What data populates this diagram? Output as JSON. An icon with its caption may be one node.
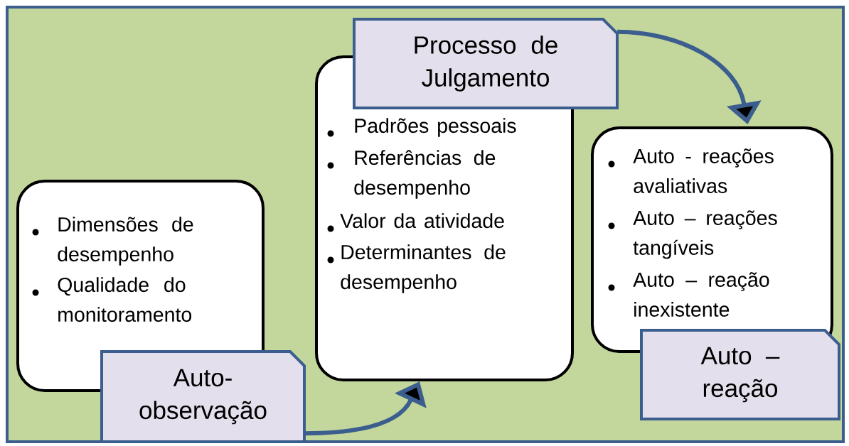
{
  "diagram": {
    "nodes": [
      {
        "text": [
          "Dimensões de desempenho",
          "Qualidade do monitoramento"
        ]
      },
      {
        "text": [
          "Auto- observação"
        ]
      },
      {
        "text": [
          "Padrões pessoais",
          "Referências de desempenho",
          "Valor da atividade",
          "Determinantes de desempenho"
        ]
      },
      {
        "text": [
          "Processo de Julgamento"
        ]
      },
      {
        "text": [
          "Auto - reações avaliativas",
          "Auto – reações tangíveis",
          "Auto – reação inexistente"
        ]
      },
      {
        "text": [
          "Auto – reação"
        ]
      }
    ],
    "edges": [
      {
        "from": 1,
        "to": 2,
        "arrow": "to"
      },
      {
        "from": 3,
        "to": 4,
        "arrow": "to"
      }
    ]
  }
}
